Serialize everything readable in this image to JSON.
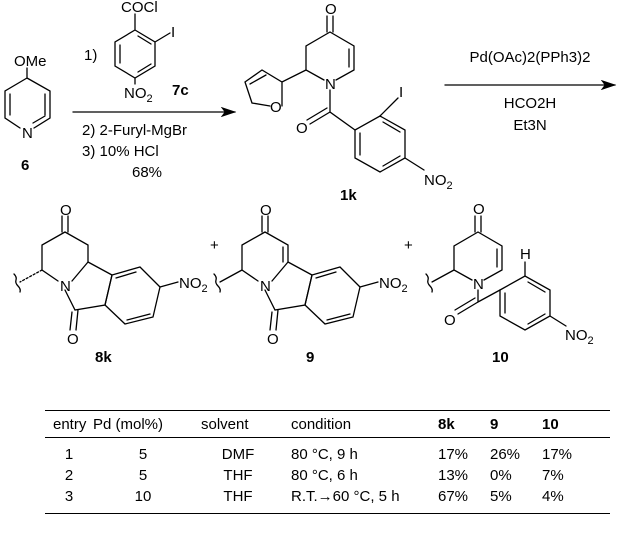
{
  "compounds": {
    "c6": {
      "label": "6",
      "substituent": "OMe",
      "atom_n": "N"
    },
    "c7c": {
      "label": "7c",
      "acyl": "COCl",
      "halogen": "I",
      "nitro": "NO",
      "nitro_sub": "2"
    },
    "c1k": {
      "label": "1k",
      "o1": "O",
      "o2": "O",
      "o3": "O",
      "halogen": "I",
      "atom_n": "N",
      "nitro": "NO",
      "nitro_sub": "2"
    },
    "c8k": {
      "label": "8k",
      "o1": "O",
      "o2": "O",
      "atom_n": "N",
      "nitro": "NO",
      "nitro_sub": "2"
    },
    "c9": {
      "label": "9",
      "o1": "O",
      "o2": "O",
      "atom_n": "N",
      "nitro": "NO",
      "nitro_sub": "2"
    },
    "c10": {
      "label": "10",
      "o1": "O",
      "o2": "O",
      "atom_n": "N",
      "h": "H",
      "nitro": "NO",
      "nitro_sub": "2"
    }
  },
  "step1": {
    "reagent1_prefix": "1)",
    "reagent2": "2) 2-Furyl-MgBr",
    "reagent3": "3) 10% HCl",
    "yield": "68%"
  },
  "step2": {
    "catalyst": "Pd(OAc)2(PPh3)2",
    "reagent": "HCO2H",
    "base": "Et3N"
  },
  "plus": "+",
  "table": {
    "headers": [
      "entry",
      "Pd (mol%)",
      "solvent",
      "condition",
      "8k",
      "9",
      "10"
    ],
    "rows": [
      {
        "entry": "1",
        "pd": "5",
        "solvent": "DMF",
        "condition": "80 °C, 9 h",
        "y8k": "17%",
        "y9": "26%",
        "y10": "17%"
      },
      {
        "entry": "2",
        "pd": "5",
        "solvent": "THF",
        "condition": "80 °C, 6 h",
        "y8k": "13%",
        "y9": "0%",
        "y10": "7%"
      },
      {
        "entry": "3",
        "pd": "10",
        "solvent": "THF",
        "condition": "R.T.→60 °C, 5 h",
        "y8k": "67%",
        "y9": "5%",
        "y10": "4%"
      }
    ]
  }
}
